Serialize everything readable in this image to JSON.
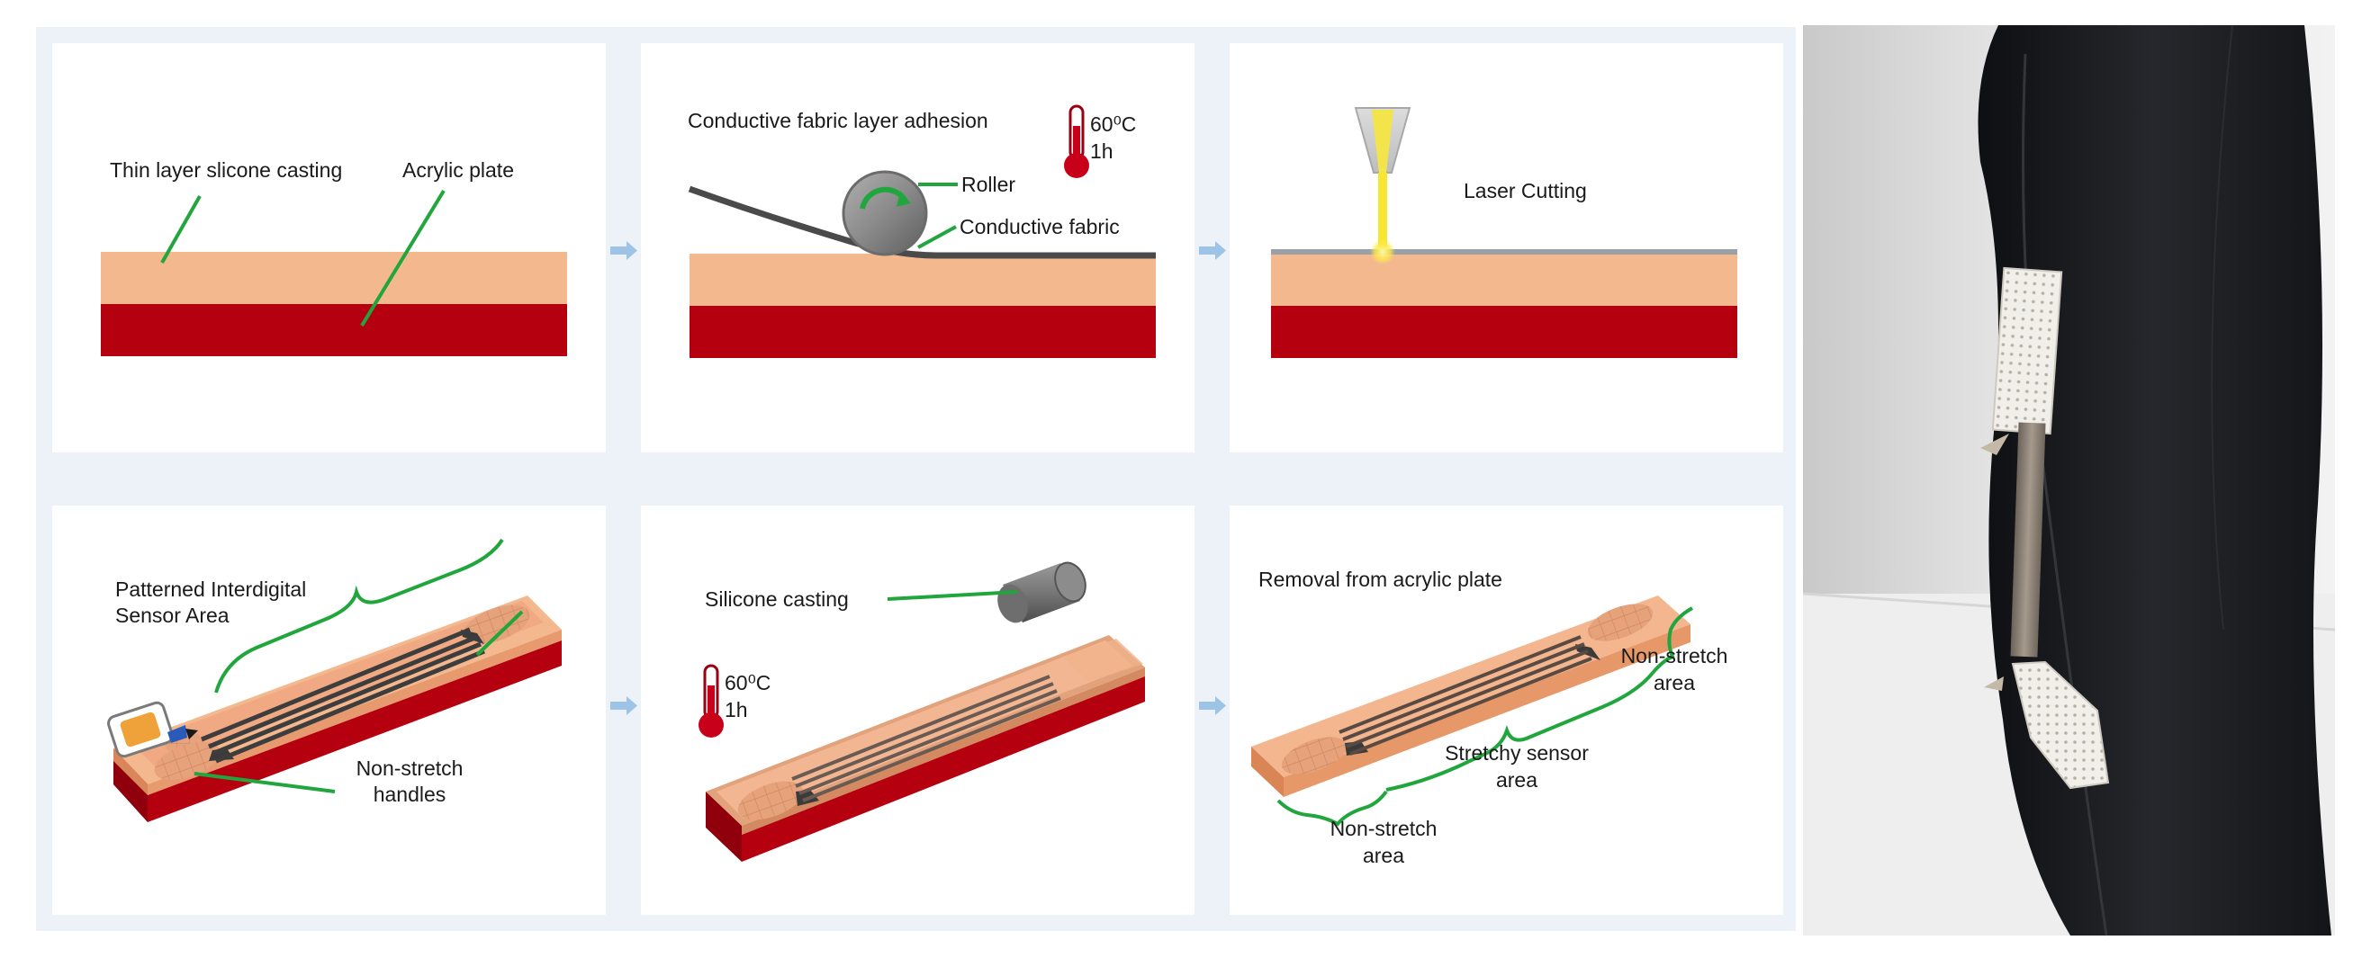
{
  "panel1": {
    "silicone_label": "Thin layer slicone casting",
    "acrylic_label": "Acrylic plate"
  },
  "panel2": {
    "title": "Conductive fabric layer adhesion",
    "temp": "60⁰C",
    "time": "1h",
    "roller_label": "Roller",
    "fabric_label": "Conductive fabric"
  },
  "panel3": {
    "laser_label": "Laser Cutting"
  },
  "panel4": {
    "sensor_label_line1": "Patterned Interdigital",
    "sensor_label_line2": "Sensor Area",
    "handles_label_line1": "Non-stretch",
    "handles_label_line2": "handles"
  },
  "panel5": {
    "casting_label": "Silicone casting",
    "temp": "60⁰C",
    "time": "1h"
  },
  "panel6": {
    "title": "Removal from acrylic plate",
    "right_area_line1": "Non-stretch",
    "right_area_line2": "area",
    "center_area_line1": "Stretchy sensor",
    "center_area_line2": "area",
    "left_area_line1": "Non-stretch",
    "left_area_line2": "area"
  },
  "colors": {
    "silicone": "#f4b88f",
    "acrylic": "#b5000f",
    "callout": "#21a63e",
    "arrow": "#9dc3e6",
    "fabric": "#4a4a4a",
    "legging": "#1b1c1f"
  }
}
